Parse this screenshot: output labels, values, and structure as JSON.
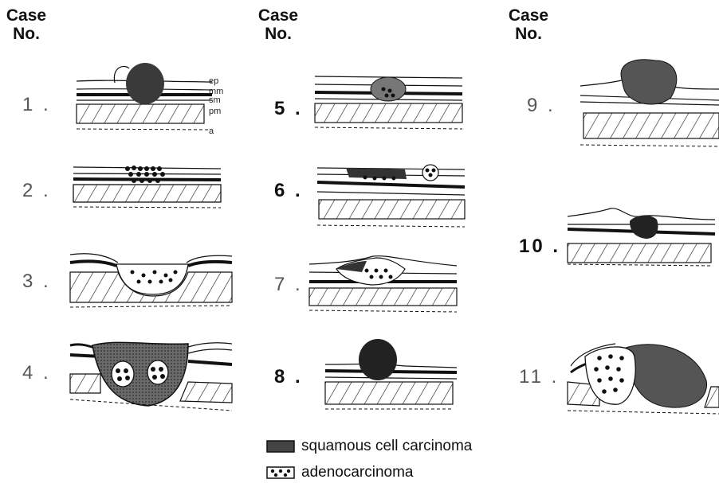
{
  "header": {
    "line1": "Case",
    "line2": "No."
  },
  "cases": [
    "1 .",
    "2 .",
    "3 .",
    "4 .",
    "5 .",
    "6 .",
    "7 .",
    "8 .",
    "9 .",
    "10 .",
    "11 ."
  ],
  "layer_labels": {
    "ep": "ep",
    "mm": "mm",
    "sm": "sm",
    "pm": "pm",
    "a": "a"
  },
  "legend": {
    "squamous": "squamous cell carcinoma",
    "adeno": "adenocarcinoma"
  },
  "colors": {
    "ink": "#111111",
    "tumor": "#3a3a3a",
    "hatch": "#444444"
  }
}
